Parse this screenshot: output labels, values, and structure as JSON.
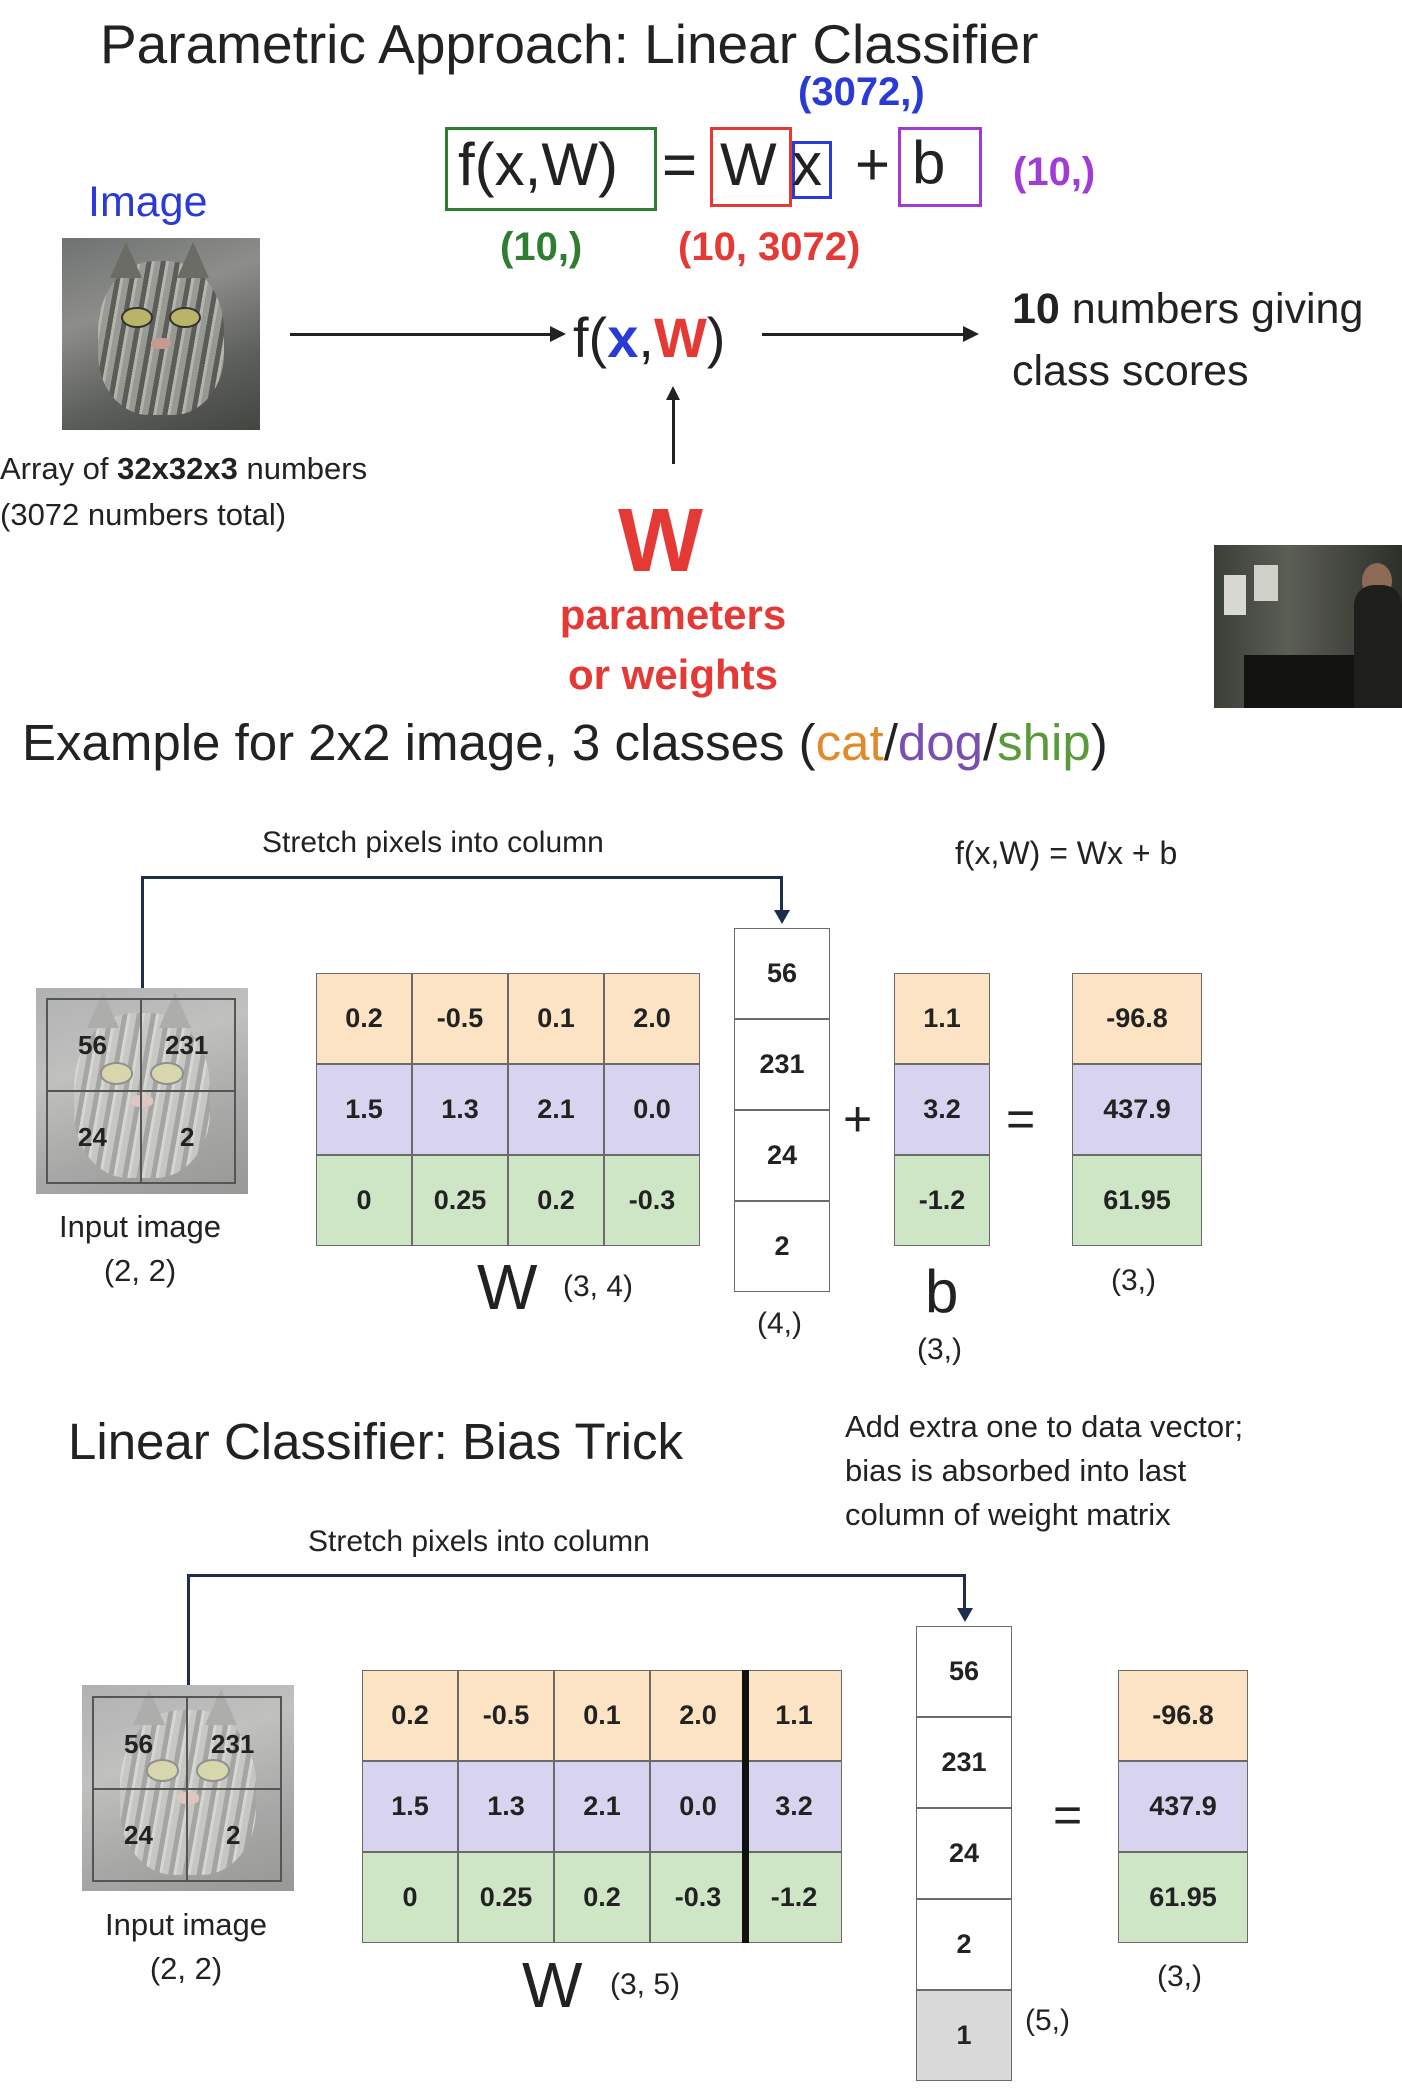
{
  "section1": {
    "title": "Parametric Approach: Linear Classifier",
    "eq_f": "f(x,W)",
    "eq_eq": "=",
    "eq_W": "W",
    "eq_x": "x",
    "eq_plus": "+",
    "eq_b": "b",
    "shape_x": "(3072,)",
    "shape_b": "(10,)",
    "shape_f": "(10,)",
    "shape_W": "(10, 3072)",
    "image_label": "Image",
    "fxw_f": "f(",
    "fxw_x": "x",
    "fxw_comma": ",",
    "fxw_W": "W",
    "fxw_close": ")",
    "output_bold": "10",
    "output_line1": " numbers giving",
    "output_line2": "class scores",
    "array_pre": "Array of ",
    "array_bold": "32x32x3",
    "array_post": " numbers",
    "array_total": "(3072 numbers total)",
    "weights_W": "W",
    "weights_line1": "parameters",
    "weights_line2": "or weights"
  },
  "section2": {
    "heading_pre": "Example for 2x2 image, 3 classes (",
    "heading_cat": "cat",
    "heading_slash1": "/",
    "heading_dog": "dog",
    "heading_slash2": "/",
    "heading_ship": "ship",
    "heading_post": ")",
    "stretch_label": "Stretch pixels into column",
    "formula": "f(x,W) = Wx + b",
    "pixels": [
      "56",
      "231",
      "24",
      "2"
    ],
    "input_label": "Input image",
    "input_shape": "(2, 2)",
    "W": [
      [
        "0.2",
        "-0.5",
        "0.1",
        "2.0"
      ],
      [
        "1.5",
        "1.3",
        "2.1",
        "0.0"
      ],
      [
        "0",
        "0.25",
        "0.2",
        "-0.3"
      ]
    ],
    "W_label": "W",
    "W_shape": "(3, 4)",
    "x": [
      "56",
      "231",
      "24",
      "2"
    ],
    "x_shape": "(4,)",
    "plus": "+",
    "b": [
      "1.1",
      "3.2",
      "-1.2"
    ],
    "b_label": "b",
    "b_shape": "(3,)",
    "equals": "=",
    "out": [
      "-96.8",
      "437.9",
      "61.95"
    ],
    "out_shape": "(3,)"
  },
  "section3": {
    "title": "Linear Classifier: Bias Trick",
    "note_line1": "Add extra one to data vector;",
    "note_line2": "bias is absorbed into last",
    "note_line3": "column of weight matrix",
    "stretch_label": "Stretch pixels into column",
    "pixels": [
      "56",
      "231",
      "24",
      "2"
    ],
    "input_label": "Input image",
    "input_shape": "(2, 2)",
    "W": [
      [
        "0.2",
        "-0.5",
        "0.1",
        "2.0",
        "1.1"
      ],
      [
        "1.5",
        "1.3",
        "2.1",
        "0.0",
        "3.2"
      ],
      [
        "0",
        "0.25",
        "0.2",
        "-0.3",
        "-1.2"
      ]
    ],
    "W_label": "W",
    "W_shape": "(3, 5)",
    "x": [
      "56",
      "231",
      "24",
      "2",
      "1"
    ],
    "x_shape": "(5,)",
    "equals": "=",
    "out": [
      "-96.8",
      "437.9",
      "61.95"
    ],
    "out_shape": "(3,)"
  },
  "colors": {
    "green": "#2e7d32",
    "red": "#e53935",
    "blue": "#2a3ad6",
    "purple": "#a03bd6",
    "cat_orange": "#e08a2c",
    "dog_purple": "#7b4fb0",
    "ship_green": "#5a9a3a",
    "row_orange": "#fbe3c3",
    "row_purple": "#d8d4ef",
    "row_green": "#cfe6c6"
  }
}
